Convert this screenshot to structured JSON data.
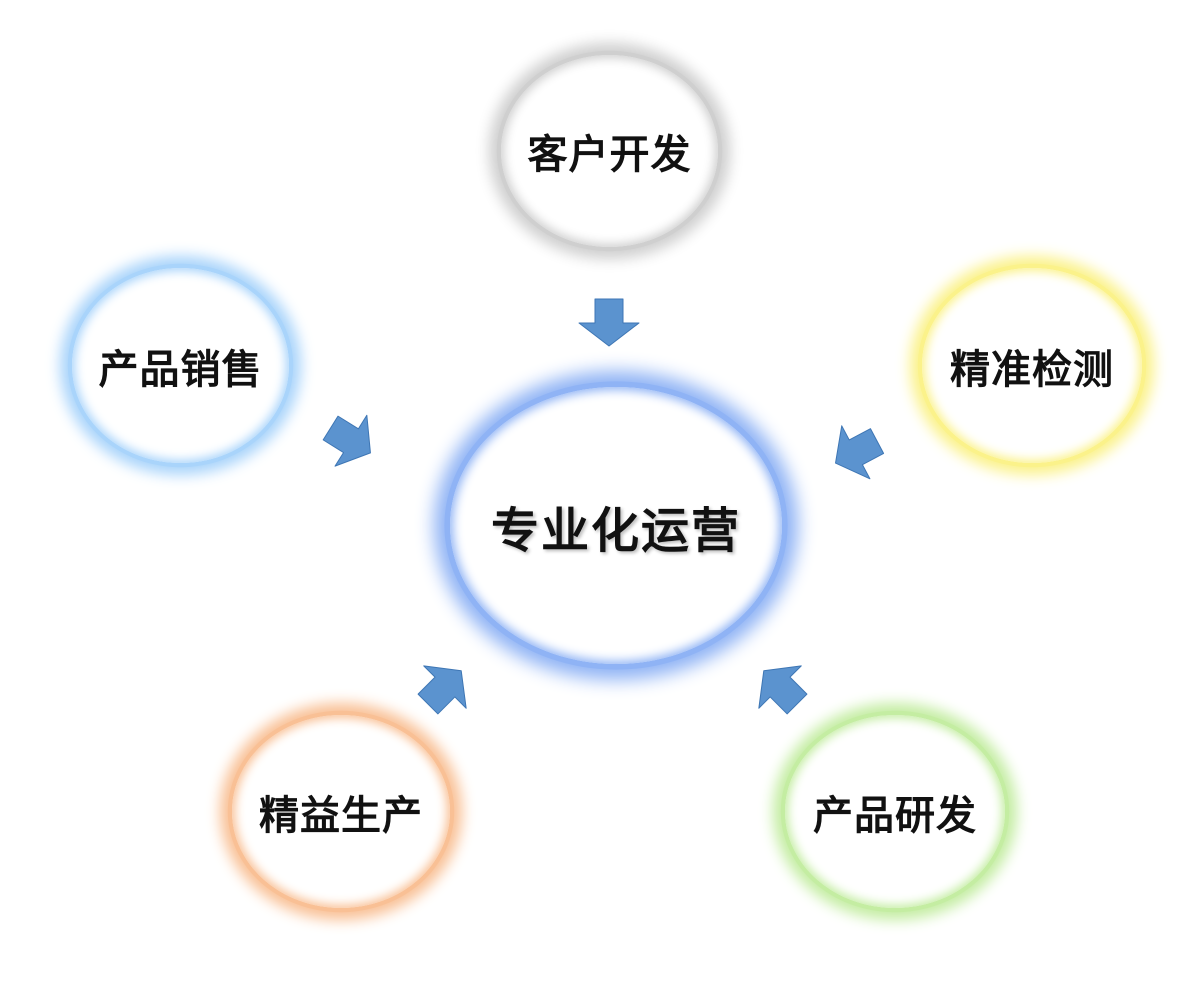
{
  "center": {
    "label": "专业化运营",
    "color": "#8fb3f5"
  },
  "nodes": [
    {
      "id": "customer-development",
      "label": "客户开发",
      "color": "#cfcfcf"
    },
    {
      "id": "product-sales",
      "label": "产品销售",
      "color": "#a9d4fb"
    },
    {
      "id": "precision-testing",
      "label": "精准检测",
      "color": "#fbf28a"
    },
    {
      "id": "lean-production",
      "label": "精益生产",
      "color": "#f9c095"
    },
    {
      "id": "product-rd",
      "label": "产品研发",
      "color": "#c4eda2"
    }
  ],
  "arrow_color": "#5b93cf",
  "arrow_stroke": "#3e76b4"
}
